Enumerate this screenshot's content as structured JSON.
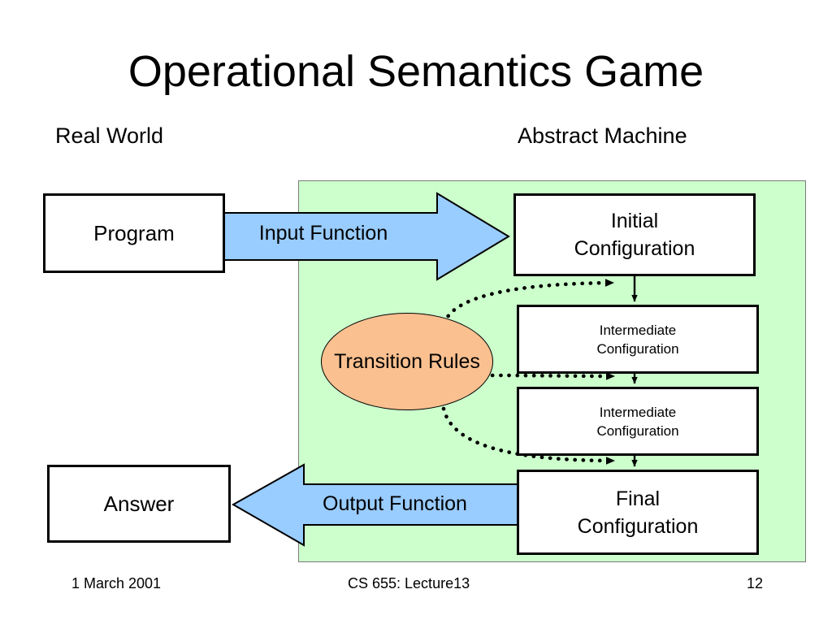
{
  "slide": {
    "title": "Operational Semantics Game",
    "headings": {
      "left": "Real World",
      "right": "Abstract Machine"
    },
    "colors": {
      "panel_fill": "#CCFFCC",
      "arrow_fill": "#99CCFF",
      "ellipse_fill": "#FAC090",
      "box_fill": "#FFFFFF",
      "stroke": "#000000",
      "background": "#FFFFFF"
    }
  },
  "nodes": {
    "program": "Program",
    "answer": "Answer",
    "initial_configuration": {
      "line1": "Initial",
      "line2": "Configuration"
    },
    "intermediate_configuration_1": {
      "line1": "Intermediate",
      "line2": "Configuration"
    },
    "intermediate_configuration_2": {
      "line1": "Intermediate",
      "line2": "Configuration"
    },
    "final_configuration": {
      "line1": "Final",
      "line2": "Configuration"
    },
    "transition_rules": {
      "line1": "Transition",
      "line2": "Rules"
    }
  },
  "arrows": {
    "input_function": "Input Function",
    "output_function": "Output Function"
  },
  "footer": {
    "date": "1 March 2001",
    "course": "CS 655: Lecture13",
    "page": "12"
  }
}
